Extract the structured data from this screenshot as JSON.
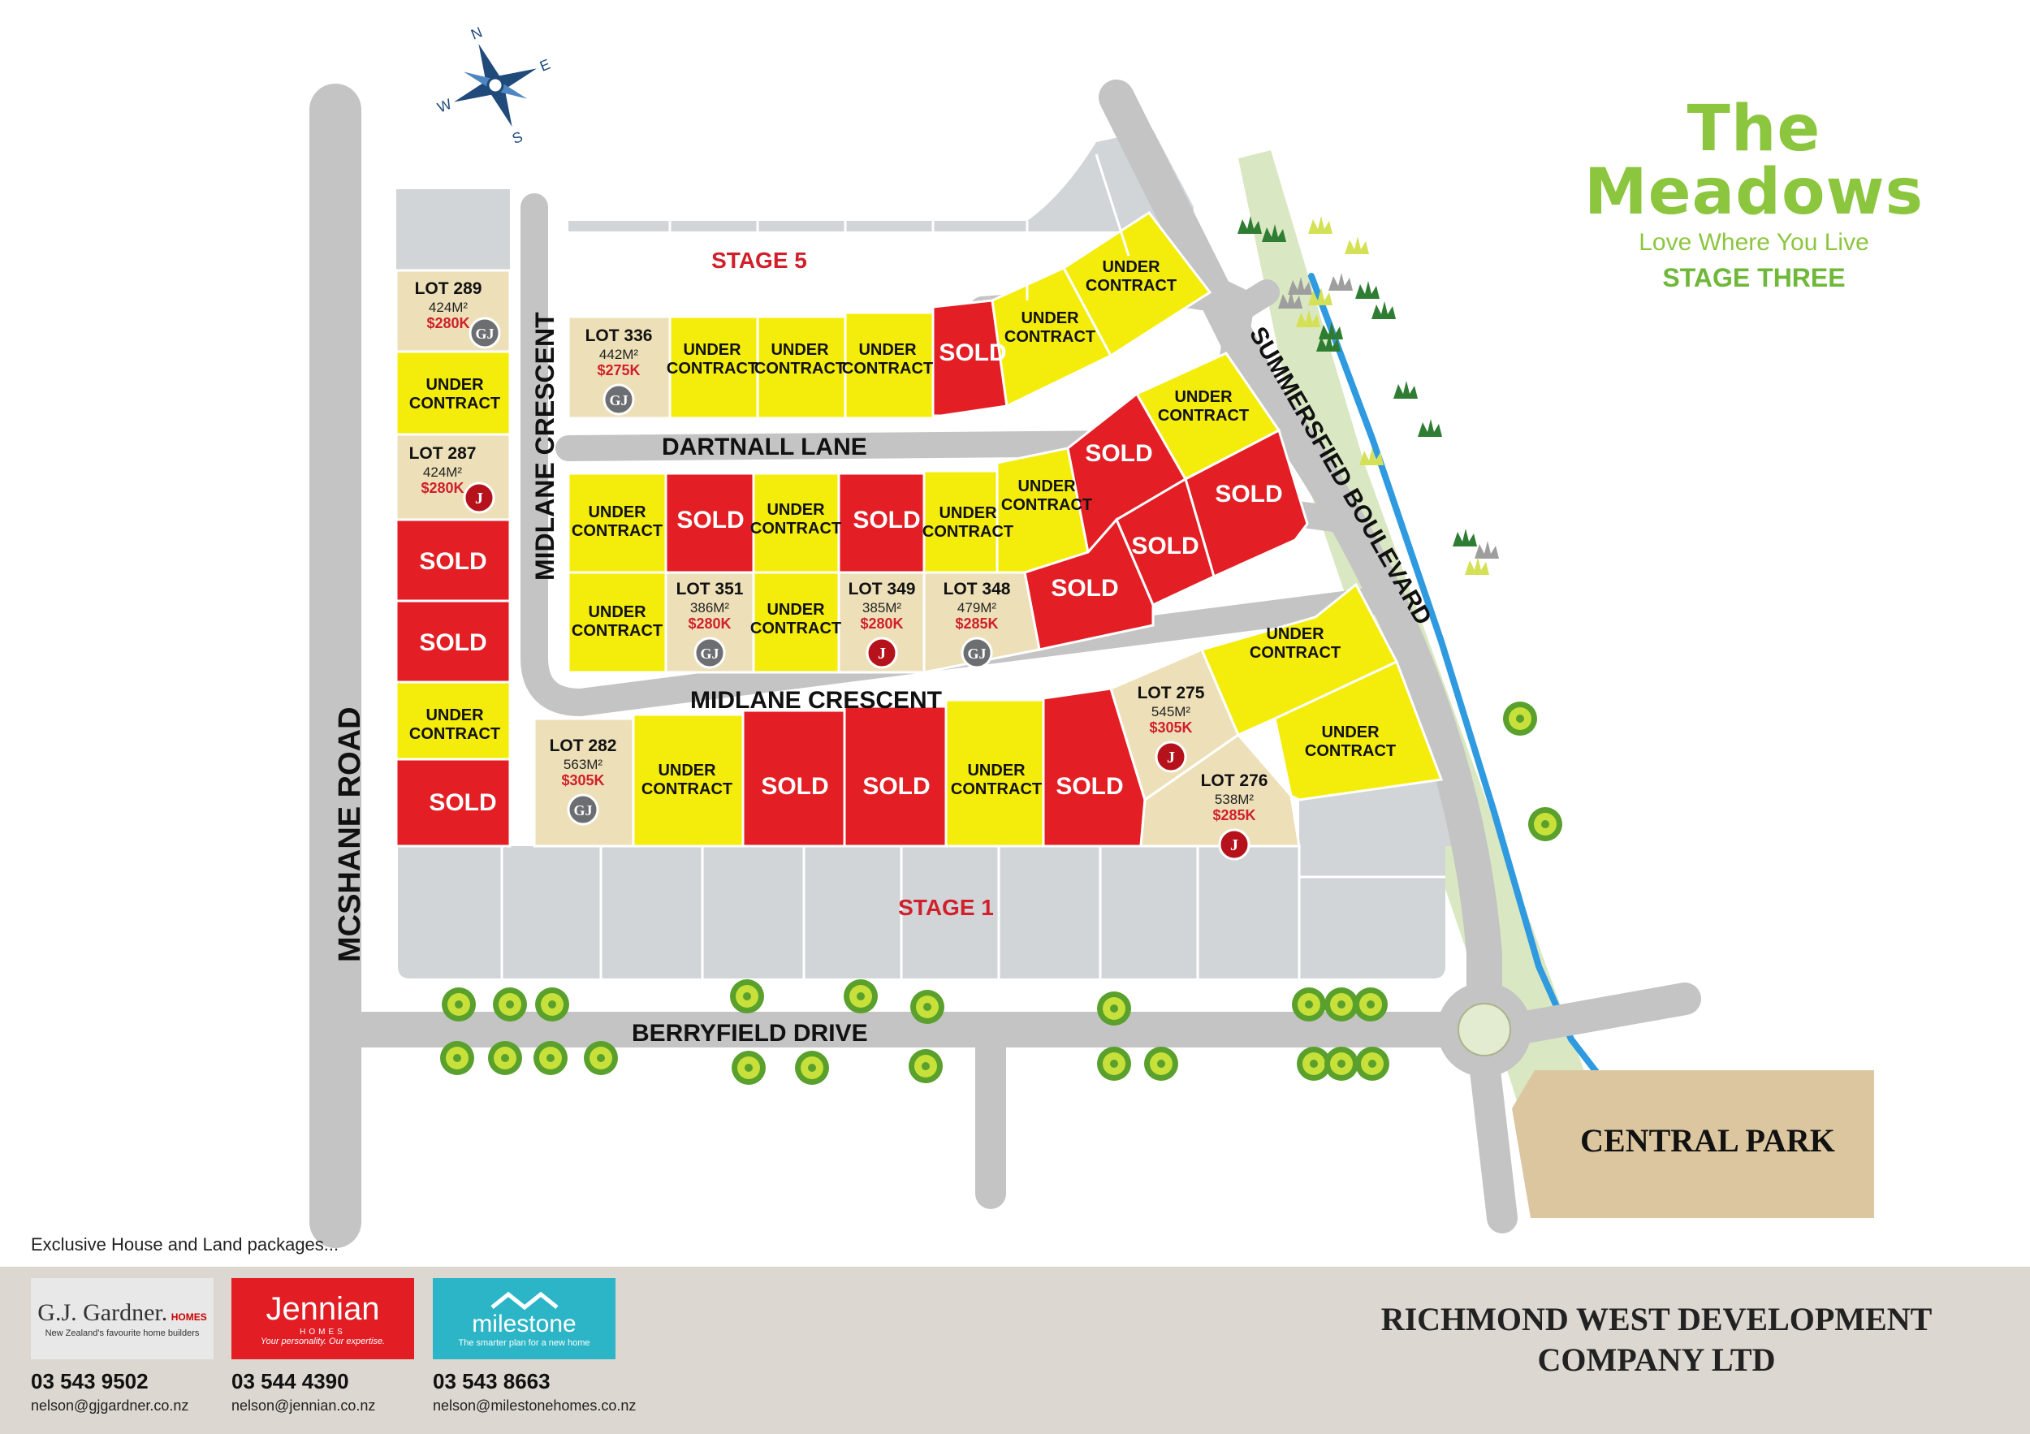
{
  "brand": {
    "title": "The Meadows",
    "tagline": "Love Where You Live",
    "stage": "STAGE THREE"
  },
  "compass": {
    "n": "N",
    "e": "E",
    "s": "S",
    "w": "W"
  },
  "roads": {
    "mcshane": "MCSHANE ROAD",
    "midlane_v": "MIDLANE CRESCENT",
    "midlane_h": "MIDLANE CRESCENT",
    "dartnall": "DARTNALL LANE",
    "summersfied": "SUMMERSFIED BOULEVARD",
    "berryfield": "BERRYFIELD DRIVE"
  },
  "areas": {
    "stage5": "STAGE 5",
    "stage1": "STAGE 1",
    "central_park": "CENTRAL PARK"
  },
  "lots": {
    "lot289": {
      "lot": "LOT 289",
      "size": "424M²",
      "price": "$280K",
      "builder": "GJ"
    },
    "lot287": {
      "lot": "LOT 287",
      "size": "424M²",
      "price": "$280K",
      "builder": "J"
    },
    "lot336": {
      "lot": "LOT 336",
      "size": "442M²",
      "price": "$275K",
      "builder": "GJ"
    },
    "lot351": {
      "lot": "LOT 351",
      "size": "386M²",
      "price": "$280K",
      "builder": "GJ"
    },
    "lot349": {
      "lot": "LOT 349",
      "size": "385M²",
      "price": "$280K",
      "builder": "J"
    },
    "lot348": {
      "lot": "LOT 348",
      "size": "479M²",
      "price": "$285K",
      "builder": "GJ"
    },
    "lot282": {
      "lot": "LOT 282",
      "size": "563M²",
      "price": "$305K",
      "builder": "GJ"
    },
    "lot275": {
      "lot": "LOT 275",
      "size": "545M²",
      "price": "$305K",
      "builder": "J"
    },
    "lot276": {
      "lot": "LOT 276",
      "size": "538M²",
      "price": "$285K",
      "builder": "J"
    }
  },
  "status": {
    "sold": "SOLD",
    "under1": "UNDER",
    "under2": "CONTRACT"
  },
  "legend_colors": {
    "sold": "#e31e24",
    "under_contract": "#f4ec0a",
    "available": "#ede0b8",
    "other_stage": "#d1d5d8",
    "road": "#c4c4c4",
    "park": "#dcc6a0"
  },
  "footer": {
    "packages_label": "Exclusive House and Land packages...",
    "builders": [
      {
        "logo_name": "G.J. Gardner.",
        "logo_badge": "HOMES",
        "logo_sub": "New Zealand's favourite home builders",
        "phone": "03 543 9502",
        "email": "nelson@gjgardner.co.nz"
      },
      {
        "logo_name": "Jennian",
        "logo_badge": "HOMES",
        "logo_sub": "Your personality. Our expertise.",
        "phone": "03 544 4390",
        "email": "nelson@jennian.co.nz"
      },
      {
        "logo_name": "milestone",
        "logo_badge": "",
        "logo_sub": "The smarter plan for a new home",
        "phone": "03 543 8663",
        "email": "nelson@milestonehomes.co.nz"
      }
    ],
    "company_line1": "RICHMOND WEST DEVELOPMENT",
    "company_line2": "COMPANY LTD"
  }
}
